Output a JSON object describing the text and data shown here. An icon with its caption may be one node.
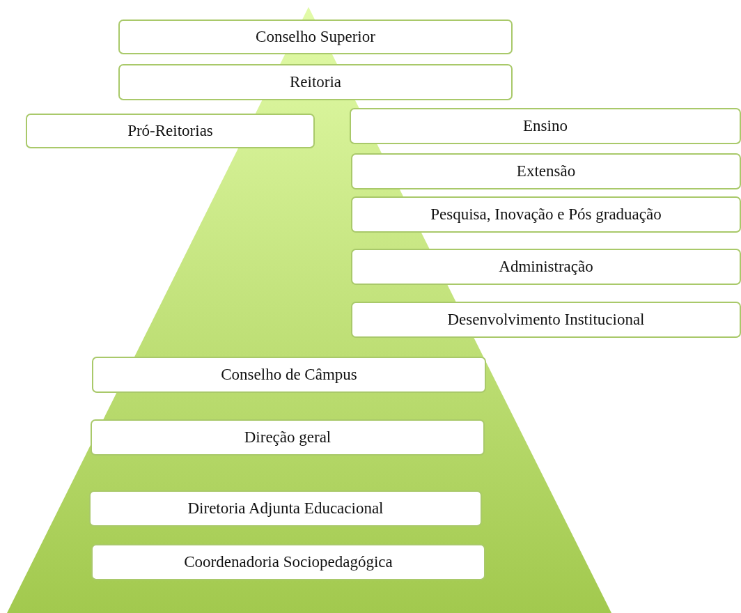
{
  "diagram": {
    "nodes": [
      {
        "text": [
          "Conselho Superior"
        ]
      },
      {
        "text": [
          "Reitoria"
        ]
      },
      {
        "text": [
          "Pró-Reitorias"
        ]
      },
      {
        "text": [
          "Ensino"
        ]
      },
      {
        "text": [
          "Extensão"
        ]
      },
      {
        "text": [
          "Pesquisa, Inovação e Pós graduação"
        ]
      },
      {
        "text": [
          "Administração"
        ]
      },
      {
        "text": [
          "Desenvolvimento Institucional"
        ]
      },
      {
        "text": [
          "Conselho de Câmpus"
        ]
      },
      {
        "text": [
          "Direção geral"
        ]
      },
      {
        "text": [
          "Diretoria Adjunta Educacional"
        ]
      },
      {
        "text": [
          "Coordenadoria Sociopedagógica"
        ]
      }
    ]
  }
}
